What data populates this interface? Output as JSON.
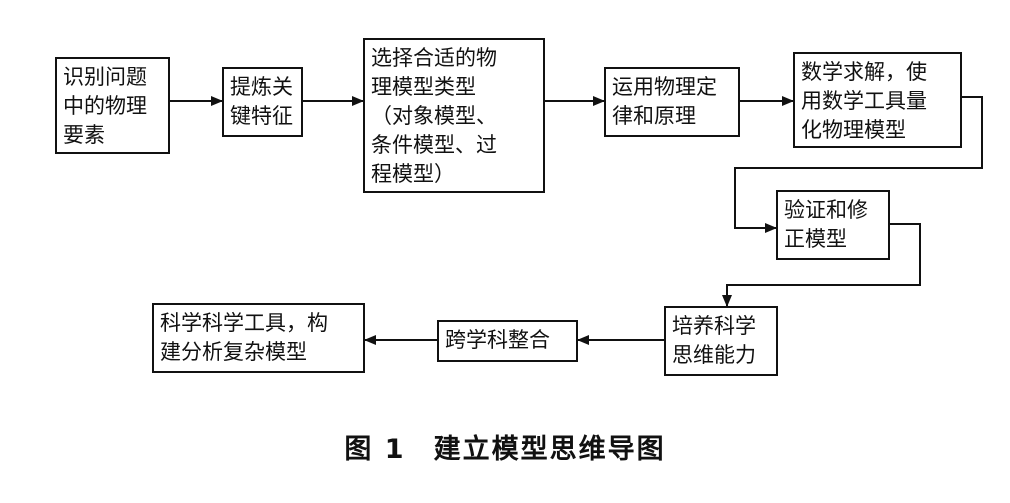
{
  "diagram": {
    "nodes": {
      "identify": [
        "识别问题",
        "中的物理",
        "要素"
      ],
      "extract": [
        "提炼关",
        "键特征"
      ],
      "choose": [
        "选择合适的物",
        "理模型类型",
        "（对象模型、",
        "条件模型、过",
        "程模型）"
      ],
      "apply": [
        "运用物理定",
        "律和原理"
      ],
      "solve": [
        "数学求解，使",
        "用数学工具量",
        "化物理模型"
      ],
      "verify": [
        "验证和修",
        "正模型"
      ],
      "cultivate": [
        "培养科学",
        "思维能力"
      ],
      "integrate": [
        "跨学科整合"
      ],
      "build": [
        "科学科学工具，构",
        "建分析复杂模型"
      ]
    },
    "edges": [
      [
        "identify",
        "extract"
      ],
      [
        "extract",
        "choose"
      ],
      [
        "choose",
        "apply"
      ],
      [
        "apply",
        "solve"
      ],
      [
        "solve",
        "verify"
      ],
      [
        "verify",
        "cultivate"
      ],
      [
        "cultivate",
        "integrate"
      ],
      [
        "integrate",
        "build"
      ]
    ]
  },
  "caption": {
    "number": "图 1",
    "title": "建立模型思维导图"
  }
}
